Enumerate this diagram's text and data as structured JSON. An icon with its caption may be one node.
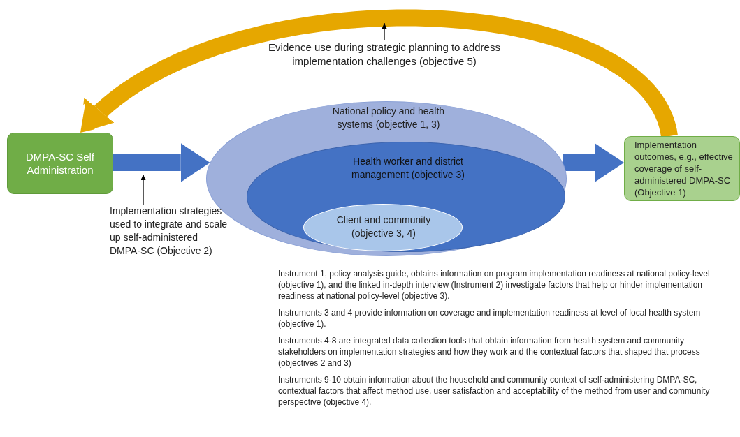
{
  "diagram": {
    "nodes": [
      {
        "text": [
          "DMPA-SC Self Administration"
        ]
      },
      {
        "text": [
          "National policy and health systems (objective 1, 3)"
        ]
      },
      {
        "text": [
          "Health worker and district management (objective 3)"
        ],
        "in": 1
      },
      {
        "text": [
          "Client and community (objective 3, 4)"
        ],
        "in": 2
      },
      {
        "text": [
          "Implementation outcomes, e.g., effective coverage of self-administered DMPA-SC (Objective 1)"
        ]
      },
      {
        "text": [
          "Implementation strategies used to integrate and scale up self-administered DMPA-SC (Objective 2)"
        ]
      },
      {
        "text": [
          "Evidence use during strategic planning to address implementation challenges (objective 5)"
        ]
      }
    ],
    "edges": [
      {
        "from": 0,
        "to": 1,
        "arrow": "to"
      },
      {
        "from": 1,
        "to": 4,
        "arrow": "to"
      },
      {
        "from": 4,
        "to": 0,
        "arrow": "to",
        "color": "#e6a700"
      },
      {
        "from": 5,
        "to": null,
        "arrow": "to",
        "color": "#000000"
      },
      {
        "from": 6,
        "to": null,
        "arrow": "to",
        "color": "#000000"
      }
    ],
    "labels": [
      "Instrument 1, policy analysis guide, obtains information on program implementation readiness at national policy-level (objective 1), and the linked in-depth interview (Instrument 2) investigate factors that help or hinder implementation readiness at national policy-level (objective 3).",
      "Instruments 3 and 4 provide information on coverage and implementation readiness at level of local health system (objective 1).",
      "Instruments 4-8 are integrated data collection tools that obtain information from health system and community stakeholders on implementation strategies and how they work and the contextual factors that shaped that process (objectives 2 and 3)",
      "Instruments 9-10 obtain information about the household and community context of self-administering DMPA-SC, contextual factors that affect method use, user satisfaction and acceptability of the method from user and community perspective (objective 4)."
    ]
  }
}
